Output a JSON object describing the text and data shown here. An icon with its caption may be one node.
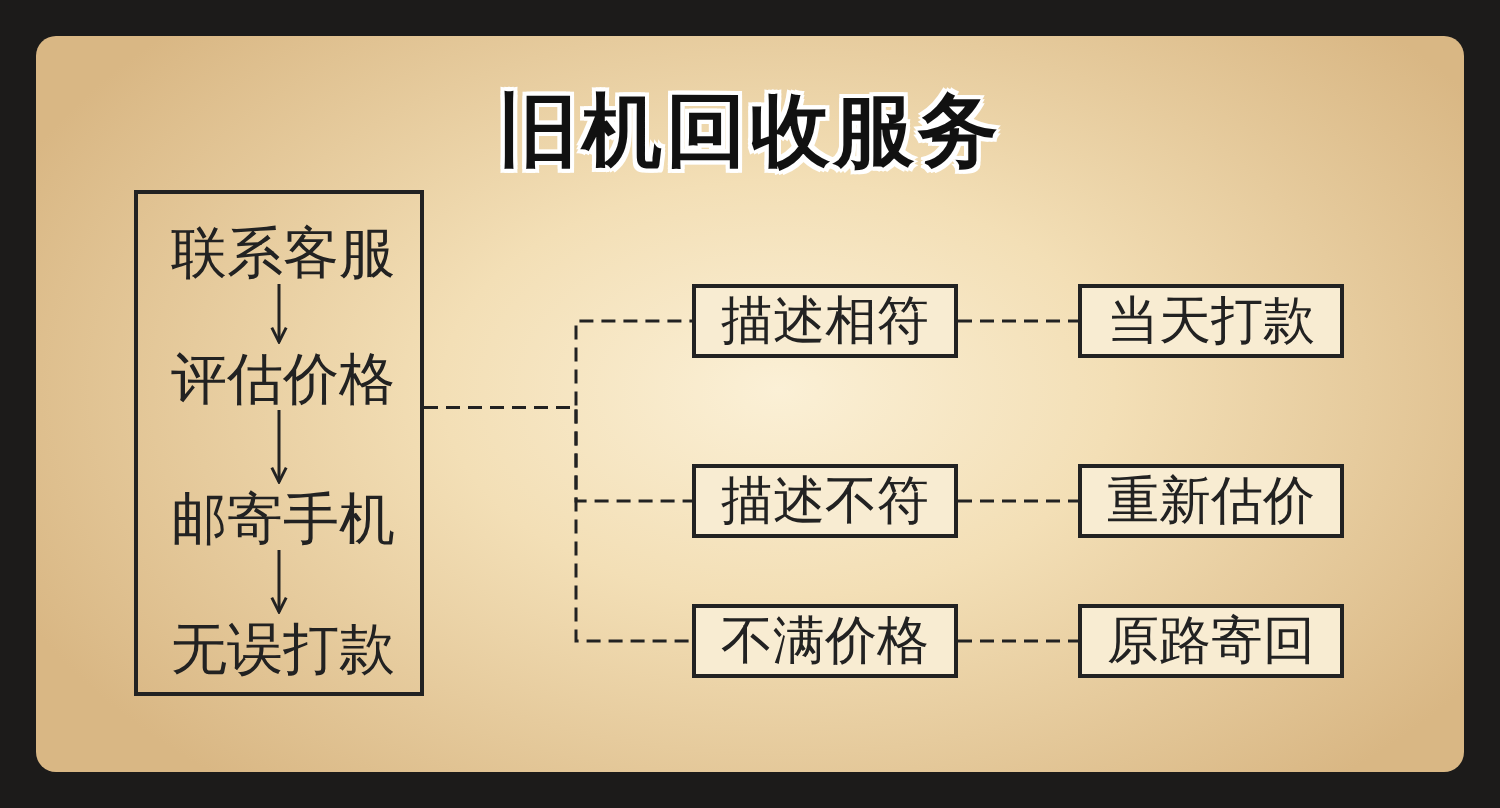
{
  "diagram": {
    "title": "旧机回收服务",
    "nodes": [
      {
        "text": [],
        "shape": "box"
      },
      {
        "text": [
          "联系客服"
        ],
        "in": 0
      },
      {
        "text": [
          "评估价格"
        ],
        "in": 0
      },
      {
        "text": [
          "邮寄手机"
        ],
        "in": 0
      },
      {
        "text": [
          "无误打款"
        ],
        "in": 0
      },
      {
        "text": [
          "描述相符"
        ]
      },
      {
        "text": [
          "描述不符"
        ]
      },
      {
        "text": [
          "不满价格"
        ]
      },
      {
        "text": [
          "当天打款"
        ]
      },
      {
        "text": [
          "重新估价"
        ]
      },
      {
        "text": [
          "原路寄回"
        ]
      }
    ],
    "edges": [
      {
        "from": 1,
        "to": 2,
        "arrow": "to"
      },
      {
        "from": 2,
        "to": 3,
        "arrow": "to"
      },
      {
        "from": 3,
        "to": 4,
        "arrow": "to"
      },
      {
        "from": 0,
        "to": 5,
        "arrow": "none",
        "style": "dashed"
      },
      {
        "from": 0,
        "to": 6,
        "arrow": "none",
        "style": "dashed"
      },
      {
        "from": 0,
        "to": 7,
        "arrow": "none",
        "style": "dashed"
      },
      {
        "from": 5,
        "to": 8,
        "arrow": "none",
        "style": "dashed"
      },
      {
        "from": 6,
        "to": 9,
        "arrow": "none",
        "style": "dashed"
      },
      {
        "from": 7,
        "to": 10,
        "arrow": "none",
        "style": "dashed"
      }
    ]
  }
}
